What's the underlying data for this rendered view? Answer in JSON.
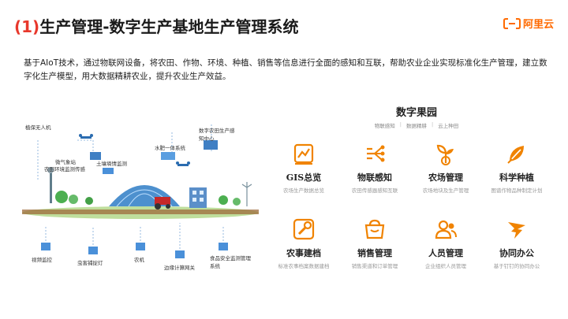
{
  "title": {
    "number": "(1)",
    "text": "生产管理-数字生产基地生产管理系统"
  },
  "logo": {
    "text": "阿里云",
    "icon": "aliyun-logo-icon",
    "color": "#ff6a00"
  },
  "description": "基于AIoT技术，通过物联网设备，将农田、作物、环境、种植、销售等信息进行全面的感知和互联，帮助农业企业实现标准化生产管理，建立数字化生产模型，用大数据精耕农业，提升农业生产效益。",
  "illustration": {
    "labels": {
      "drone": "植保无人机",
      "weather": "微气象站",
      "farm_env": "农田环境监测传感",
      "soil": "土壤墒情监测",
      "irrigation": "水肥一体系统",
      "center": "数字农田生产感知中心",
      "camera": "视频监控",
      "insect": "虫害捕捉灯",
      "tractor": "农机",
      "edge": "边缘计算网关",
      "food_safety": "食品安全监测管理系统"
    }
  },
  "panel": {
    "title": "数字果园",
    "subtitle": [
      "物联感知",
      "数据精耕",
      "云上种田"
    ],
    "accent": "#f08300",
    "cards": [
      {
        "name": "GIS总览",
        "desc": "农场生产数据总览",
        "icon": "gis-chart-icon"
      },
      {
        "name": "物联感知",
        "desc": "农田传感器感知互联",
        "icon": "iot-sensor-icon"
      },
      {
        "name": "农场管理",
        "desc": "农场地块及生产管理",
        "icon": "sprout-icon"
      },
      {
        "name": "科学种植",
        "desc": "图谱作物品种制定计划",
        "icon": "leaf-icon"
      },
      {
        "name": "农事建档",
        "desc": "标准农事档案数据建档",
        "icon": "wrench-icon"
      },
      {
        "name": "销售管理",
        "desc": "销售渠道和订单管理",
        "icon": "basket-icon"
      },
      {
        "name": "人员管理",
        "desc": "企业组织人员管理",
        "icon": "people-icon"
      },
      {
        "name": "协同办公",
        "desc": "基于钉钉的协同办公",
        "icon": "dingtalk-icon"
      }
    ]
  }
}
